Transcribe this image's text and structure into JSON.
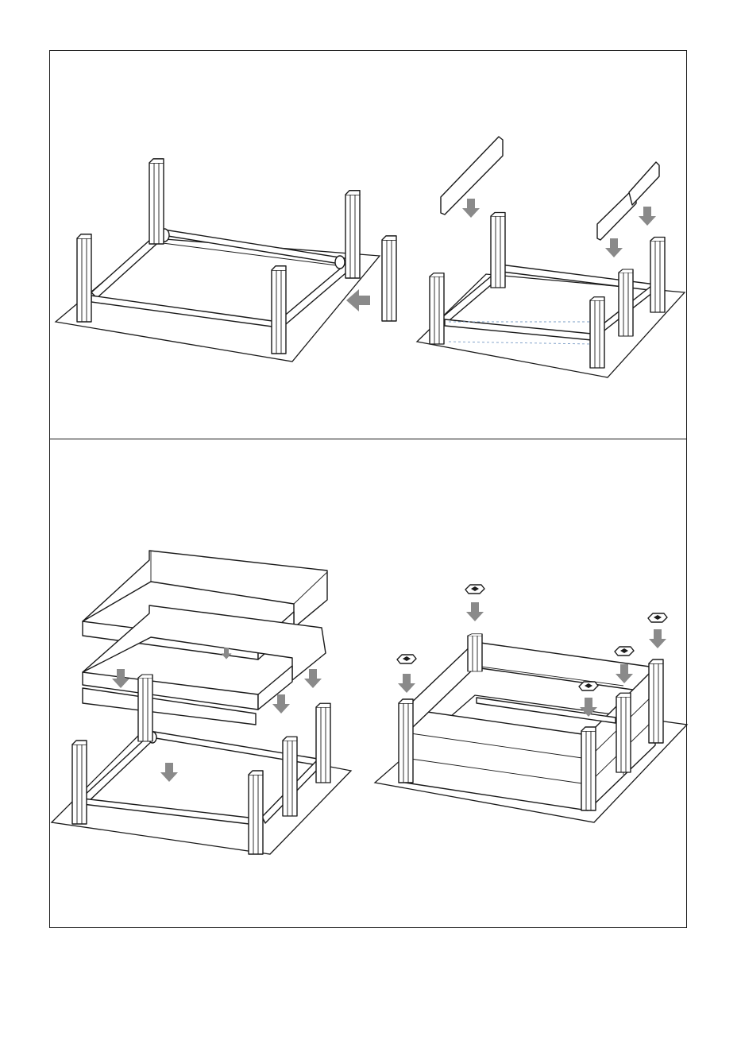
{
  "colors": {
    "line": "#1a1a1a",
    "arrow": "#8a8a8a",
    "guide": "#7a9cc6",
    "background": "#ffffff"
  },
  "steps": [
    {
      "position": "top-left",
      "icons": [
        "post-icon",
        "rail-icon",
        "push-arrow-icon"
      ]
    },
    {
      "position": "top-right",
      "icons": [
        "board-icon",
        "down-arrow-icon"
      ]
    },
    {
      "position": "bottom-left",
      "icons": [
        "board-frame-icon",
        "down-arrow-icon"
      ]
    },
    {
      "position": "bottom-right",
      "icons": [
        "post-cap-icon",
        "down-arrow-icon"
      ]
    }
  ]
}
